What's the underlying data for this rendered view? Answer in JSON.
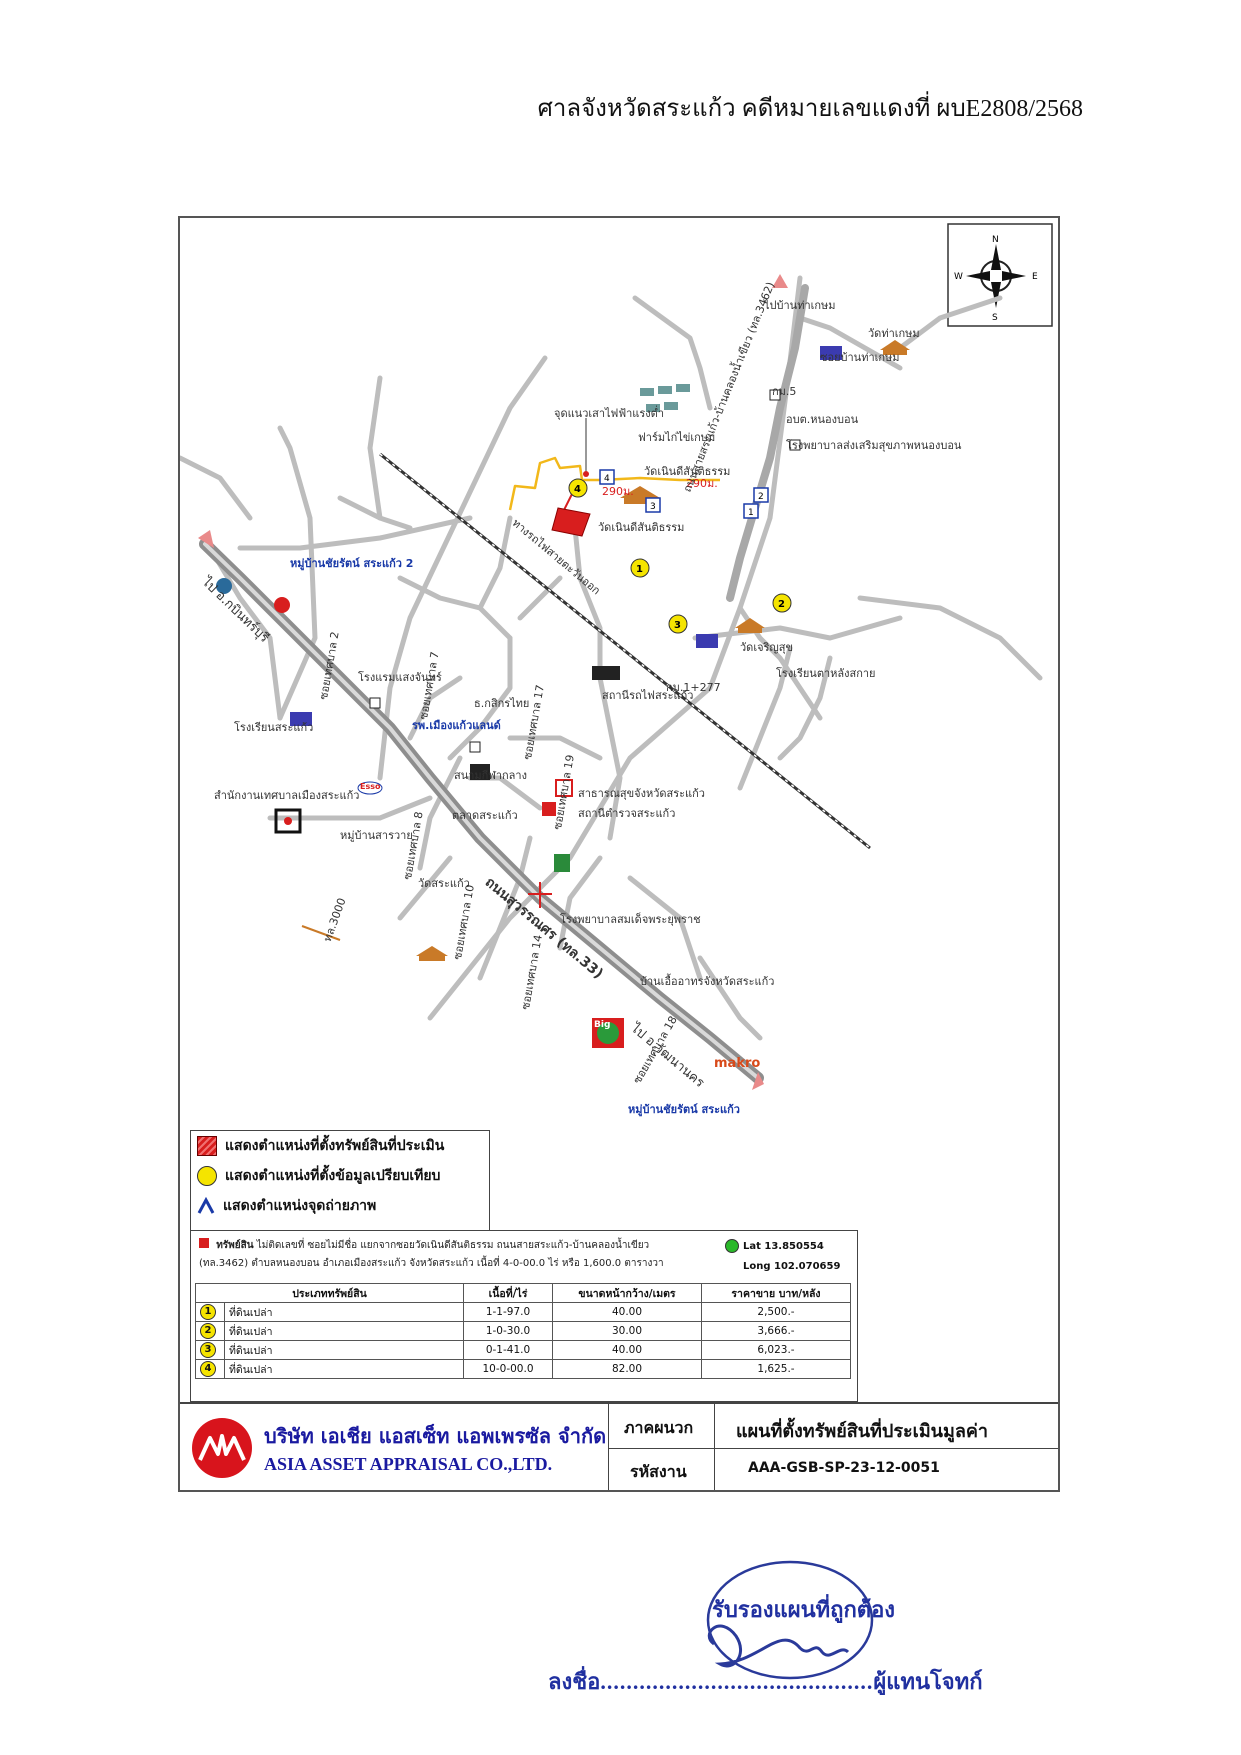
{
  "header": {
    "court_case": "ศาลจังหวัดสระแก้ว  คดีหมายเลขแดงที่ ผบE2808/2568"
  },
  "compass": {
    "n": "N",
    "s": "S",
    "e": "E",
    "w": "W"
  },
  "map_labels": {
    "to_ban_tha_kasem": "ไปบ้านท่าเกษม",
    "wat_tha_kasem": "วัดท่าเกษม",
    "soi_tha_kasem": "ซอยบ้านท่าเกษม",
    "km5": "กม.5",
    "obt": "อบต.หนองบอน",
    "hospital_nongbon": "โรงพยาบาลส่งเสริมสุขภาพหนองบอน",
    "pole_mark": "จุดแนวเสาไฟฟ้าแรงต่ำ",
    "farm": "ฟาร์มไก่ไข่เกษม",
    "wat_nerin_1": "วัดเนินดีสันติธรรม",
    "wat_nerin_2": "วัดเนินดีสันติธรรม",
    "dist_290a": "290ม.",
    "dist_290b": "290ม.",
    "road_3462": "ถนนสายสระแก้ว-บ้านคลองน้ำเขียว (ทล.3462)",
    "village_2": "หมู่บ้านชัยรัตน์ สระแก้ว 2",
    "to_kabinburi": "ไป อ.กบินทร์บุรี",
    "railway": "ทางรถไฟสายตะวันออก",
    "km277": "กม.1+277",
    "wat_charoen": "วัดเจริญสุข",
    "school_sikhiu": "โรงเรียนตาหลังสกาย",
    "hotel": "โรงแรมแสงจันทร์",
    "school_srakaeo": "โรงเรียนสระแก้ว",
    "soi_2": "ซอยเทศบาล 2",
    "soi_7": "ซอยเทศบาล 7",
    "soi_17": "ซอยเทศบาล 17",
    "soi_19": "ซอยเทศบาล 19",
    "station": "สถานีรถไฟสระแก้ว",
    "bank": "ธ.กสิกรไทย",
    "mall": "รพ.เมืองแก้วแลนด์",
    "stadium": "สนามกีฬากลาง",
    "market": "ตลาดสระแก้ว",
    "municipal_office": "สำนักงานเทศบาลเมืองสระแก้ว",
    "village_wai": "หมู่บ้านสารวาย",
    "public_health": "สาธารณสุขจังหวัดสระแก้ว",
    "police": "สถานีตำรวจสระแก้ว",
    "soi_8": "ซอยเทศบาล 8",
    "wat_srakaeo": "วัดสระแก้ว",
    "soi_10": "ซอยเทศบาล 10",
    "soi_14": "ซอยเทศบาล 14",
    "soi_3000": "ทล.3000",
    "hospital_crown": "โรงพยาบาลสมเด็จพระยุพราช",
    "suwannason": "ถนนสุวรรณศร (ทล.33)",
    "ban_uea_athorn": "บ้านเอื้ออาทรจังหวัดสระแก้ว",
    "to_watthana": "ไป อ.วัฒนานคร",
    "soi_18": "ซอยเทศบาล 18",
    "makro": "makro",
    "big_c": "Big",
    "village_1": "หมู่บ้านชัยรัตน์ สระแก้ว",
    "esso": "Esso",
    "photo_1": "1",
    "photo_2": "2",
    "photo_3": "3",
    "photo_4": "4",
    "comp_1": "1",
    "comp_2": "2",
    "comp_3": "3",
    "comp_4": "4"
  },
  "legend": {
    "subject": "แสดงตำแหน่งที่ตั้งทรัพย์สินที่ประเมิน",
    "comparable": "แสดงตำแหน่งที่ตั้งข้อมูลเปรียบเทียบ",
    "photo": "แสดงตำแหน่งจุดถ่ายภาพ"
  },
  "info": {
    "desc_label": "ทรัพย์สิน",
    "desc_line1": "ไม่ติดเลขที่ ซอยไม่มีชื่อ แยกจากซอยวัดเนินดีสันติธรรม ถนนสายสระแก้ว-บ้านคลองน้ำเขียว",
    "desc_line2": "(ทล.3462) ตำบลหนองบอน อำเภอเมืองสระแก้ว จังหวัดสระแก้ว เนื้อที่ 4-0-00.0 ไร่ หรือ 1,600.0 ตารางวา",
    "lat": "Lat 13.850554",
    "long": "Long 102.070659"
  },
  "table": {
    "headers": [
      "ประเภททรัพย์สิน",
      "เนื้อที่/ไร่",
      "ขนาดหน้ากว้าง/เมตร",
      "ราคาขาย บาท/หลัง"
    ],
    "rows": [
      [
        "1",
        "ที่ดินเปล่า",
        "1-1-97.0",
        "40.00",
        "2,500.-"
      ],
      [
        "2",
        "ที่ดินเปล่า",
        "1-0-30.0",
        "30.00",
        "3,666.-"
      ],
      [
        "3",
        "ที่ดินเปล่า",
        "0-1-41.0",
        "40.00",
        "6,023.-"
      ],
      [
        "4",
        "ที่ดินเปล่า",
        "10-0-00.0",
        "82.00",
        "1,625.-"
      ]
    ]
  },
  "footer": {
    "company_th": "บริษัท เอเชีย แอสเซ็ท แอพเพรซัล จำกัด",
    "company_en": "ASIA ASSET APPRAISAL CO.,LTD.",
    "appendix_label": "ภาคผนวก",
    "appendix_value": "แผนที่ตั้งทรัพย์สินที่ประเมินมูลค่า",
    "code_label": "รหัสงาน",
    "code_value": "AAA-GSB-SP-23-12-0051"
  },
  "certification": {
    "certified": "รับรองแผนที่ถูกต้อง",
    "sign_prefix": "ลงชื่อ",
    "sign_dots": "..........................................",
    "sign_suffix": "ผู้แทนโจทก์"
  },
  "colors": {
    "road": "#bdbdbd",
    "highway": "#9a9a9a",
    "access_road": "#f2b81a",
    "subject": "#d81e1e",
    "comparable": "#f5e400",
    "label_blue": "#1a3aa8",
    "footer_blue": "#1a1aa0",
    "logo_red": "#d8141c"
  }
}
